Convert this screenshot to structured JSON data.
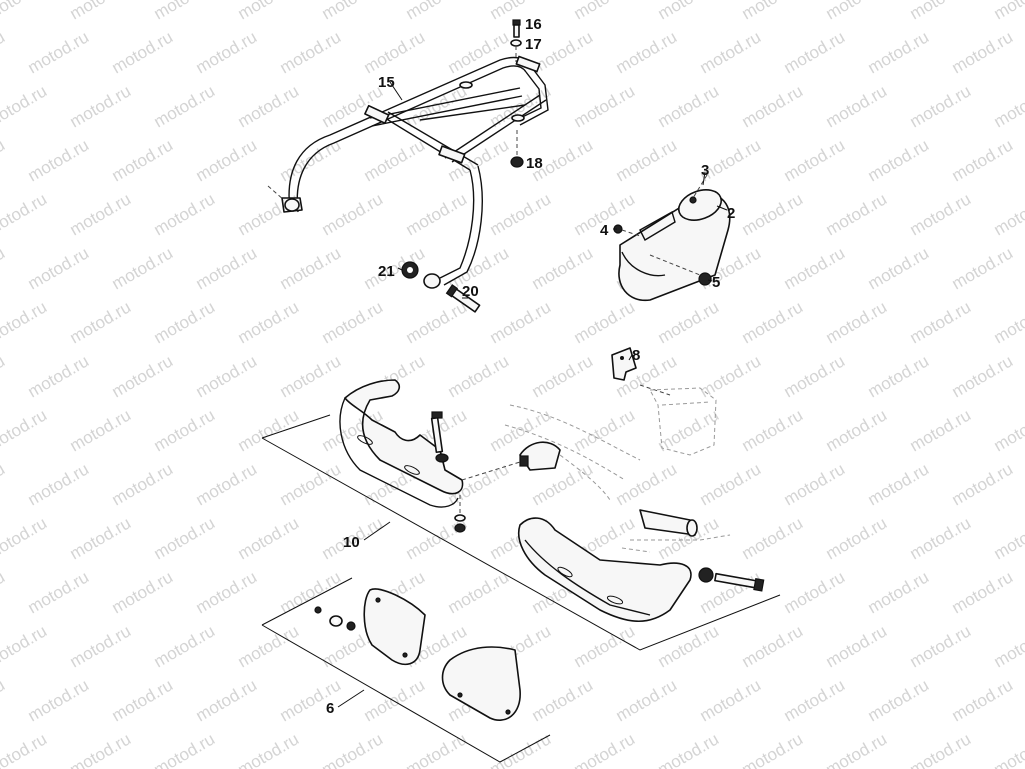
{
  "watermark": {
    "text": "motod.ru",
    "color": "#d4d4d4"
  },
  "colors": {
    "line": "#111111",
    "background": "#ffffff"
  },
  "callouts": [
    {
      "id": "c16",
      "label": "16"
    },
    {
      "id": "c17",
      "label": "17"
    },
    {
      "id": "c15",
      "label": "15"
    },
    {
      "id": "c18",
      "label": "18"
    },
    {
      "id": "c3",
      "label": "3"
    },
    {
      "id": "c2",
      "label": "2"
    },
    {
      "id": "c4",
      "label": "4"
    },
    {
      "id": "c5",
      "label": "5"
    },
    {
      "id": "c21",
      "label": "21"
    },
    {
      "id": "c20",
      "label": "20"
    },
    {
      "id": "c8",
      "label": "8"
    },
    {
      "id": "c10",
      "label": "10"
    },
    {
      "id": "c6",
      "label": "6"
    }
  ]
}
